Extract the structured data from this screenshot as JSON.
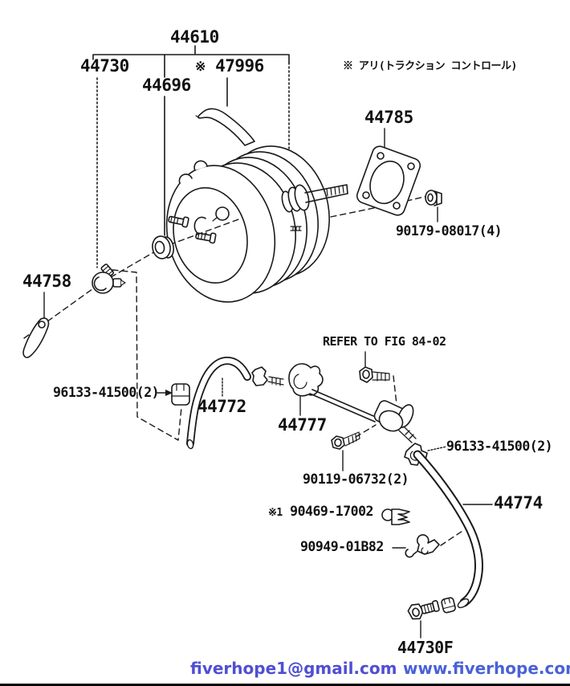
{
  "diagram": {
    "title_part": "44610",
    "note_traction": "※ アリ(トラクション コントロール)",
    "refer_note": "REFER TO FIG 84-02",
    "callouts": {
      "p44730": "44730",
      "p44696": "44696",
      "p47996_prefix": "※",
      "p47996": "47996",
      "p44785": "44785",
      "p90179": "90179-08017(4)",
      "p44758": "44758",
      "p96133_left": "96133-41500(2)",
      "p44772": "44772",
      "p44777": "44777",
      "p90119": "90119-06732(2)",
      "p90469_prefix": "※1",
      "p90469": "90469-17002",
      "p90949": "90949-01B82",
      "p96133_right": "96133-41500(2)",
      "p44774": "44774",
      "p44730F": "44730F"
    }
  },
  "footer": {
    "email": "fiverhope1@gmail.com",
    "website": "www.fiverhope.com",
    "email_color": "#504fd2",
    "website_color": "#4a61d6"
  },
  "line_color": "#1a1a1a"
}
